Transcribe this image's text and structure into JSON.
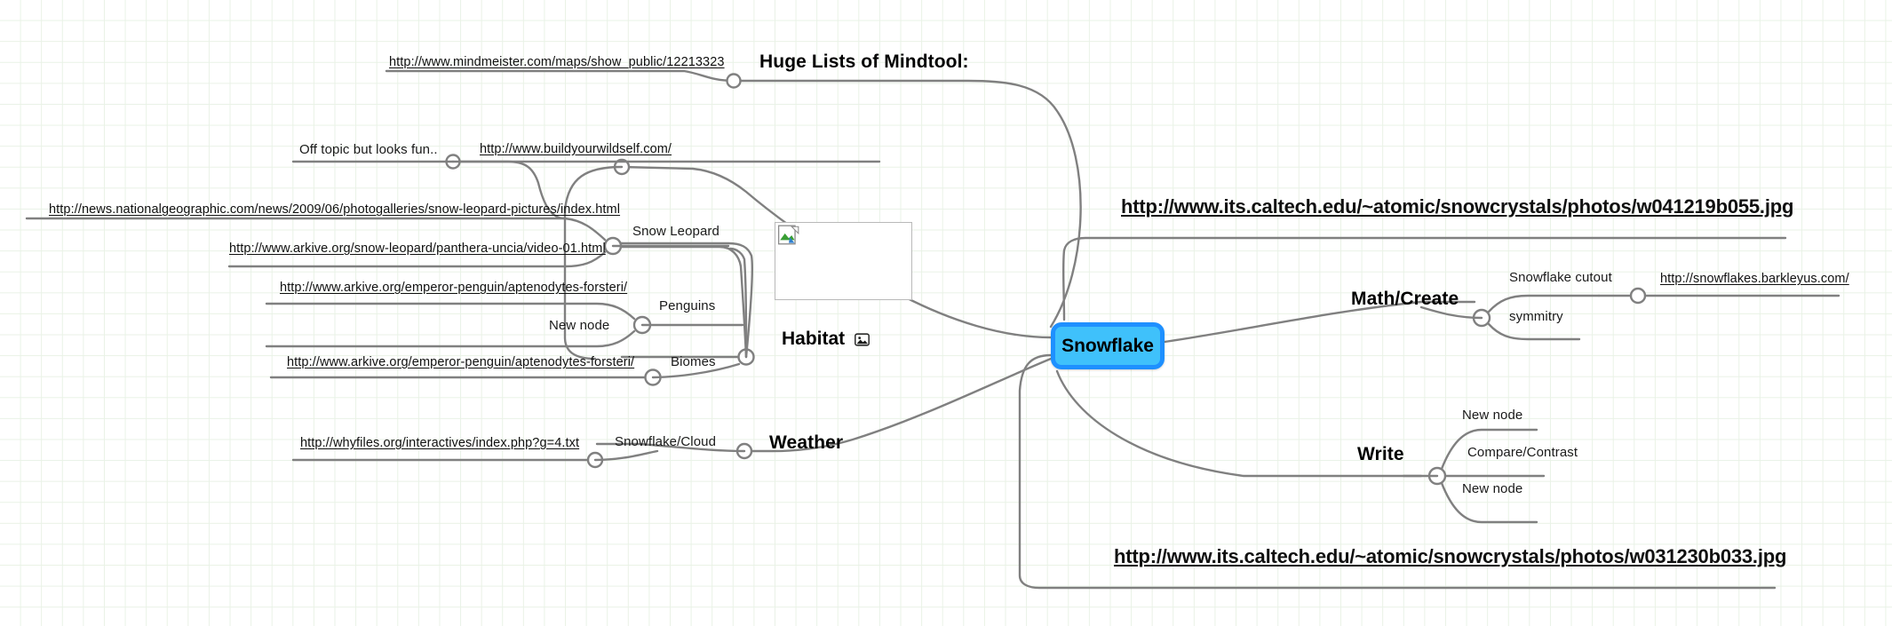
{
  "app": {
    "type": "mindmap",
    "background": "#ffffff",
    "grid_color": "#e9f2e6",
    "connector_color": "#808080"
  },
  "root": {
    "label": "Snowflake",
    "fill": "#3fc1fb",
    "border": "#1e90ff"
  },
  "branches": {
    "huge_lists": {
      "label": "Huge Lists of Mindtool:",
      "children": [
        {
          "label": "http://www.mindmeister.com/maps/show_public/12213323",
          "kind": "url"
        }
      ]
    },
    "habitat": {
      "label": "Habitat",
      "icon": "image-icon",
      "image_placeholder": "broken-image-icon",
      "children": [
        {
          "label": "Snow Leopard",
          "kind": "text",
          "children": [
            {
              "label": "http://news.nationalgeographic.com/news/2009/06/photogalleries/snow-leopard-pictures/index.html",
              "kind": "url"
            },
            {
              "label": "http://www.arkive.org/snow-leopard/panthera-uncia/video-01.html",
              "kind": "url"
            }
          ]
        },
        {
          "label": "Penguins",
          "kind": "text",
          "children": [
            {
              "label": "http://www.arkive.org/emperor-penguin/aptenodytes-forsteri/",
              "kind": "url"
            },
            {
              "label": "New node",
              "kind": "text"
            }
          ]
        },
        {
          "label": "Biomes",
          "kind": "text",
          "children": [
            {
              "label": "http://www.arkive.org/emperor-penguin/aptenodytes-forsteri/",
              "kind": "url"
            }
          ]
        }
      ],
      "extra": {
        "note": "Off topic but looks fun..",
        "note_url": "http://www.buildyourwildself.com/"
      }
    },
    "weather": {
      "label": "Weather",
      "children": [
        {
          "label": "Snowflake/Cloud",
          "kind": "text",
          "children": [
            {
              "label": "http://whyfiles.org/interactives/index.php?g=4.txt",
              "kind": "url"
            }
          ]
        }
      ]
    },
    "math_create": {
      "label": "Math/Create",
      "children": [
        {
          "label": "Snowflake cutout",
          "kind": "text",
          "children": [
            {
              "label": "http://snowflakes.barkleyus.com/",
              "kind": "url"
            }
          ]
        },
        {
          "label": "symmitry",
          "kind": "text"
        }
      ]
    },
    "write": {
      "label": "Write",
      "children": [
        {
          "label": "New node",
          "kind": "text"
        },
        {
          "label": "Compare/Contrast",
          "kind": "text"
        },
        {
          "label": "New node",
          "kind": "text"
        }
      ]
    },
    "photo_top": {
      "label": "http://www.its.caltech.edu/~atomic/snowcrystals/photos/w041219b055.jpg",
      "kind": "url-big"
    },
    "photo_bottom": {
      "label": "http://www.its.caltech.edu/~atomic/snowcrystals/photos/w031230b033.jpg",
      "kind": "url-big"
    }
  }
}
